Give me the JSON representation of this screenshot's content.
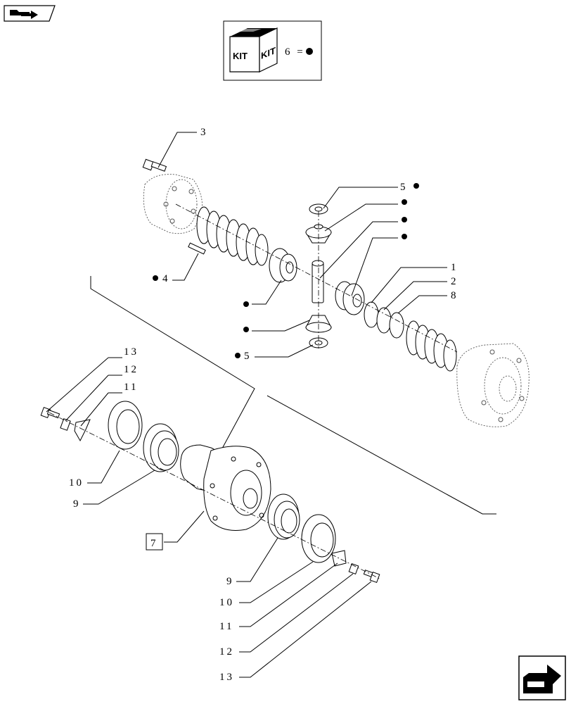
{
  "kit_legend": {
    "box_text_left": "KIT",
    "box_text_right": "KIT",
    "equation": "6 ="
  },
  "callouts": {
    "c1": "1",
    "c2": "2",
    "c3": "3",
    "c4": "4",
    "c5a": "5",
    "c5b": "5",
    "c7": "7",
    "c8": "8",
    "c9a": "9",
    "c9b": "9",
    "c10a": "10",
    "c10b": "10",
    "c11a": "11",
    "c11b": "11",
    "c12a": "12",
    "c12b": "12",
    "c13a": "13",
    "c13b": "13"
  },
  "icons": {
    "top_left": "folder-arrow-icon",
    "kit": "kit-box-icon",
    "bottom_right": "next-page-arrow-icon"
  }
}
